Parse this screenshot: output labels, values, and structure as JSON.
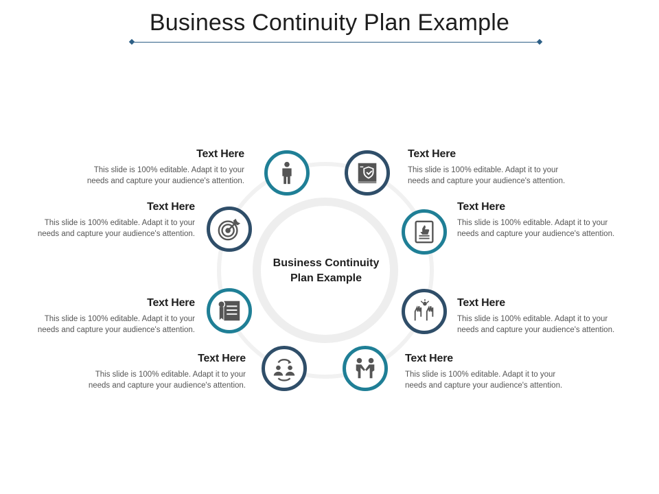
{
  "title": "Business Continuity Plan Example",
  "center": {
    "line1": "Business Continuity",
    "line2": "Plan Example"
  },
  "colors": {
    "teal": "#1f7f96",
    "navy": "#2f4e69",
    "icon": "#555555"
  },
  "items": [
    {
      "heading": "Text Here",
      "line1": "This slide is 100% editable. Adapt it to your",
      "line2": "needs and capture your audience's attention.",
      "icon": "person-icon"
    },
    {
      "heading": "Text Here",
      "line1": "This slide is 100% editable. Adapt it to your",
      "line2": "needs and capture your audience's attention.",
      "icon": "target-icon"
    },
    {
      "heading": "Text Here",
      "line1": "This slide is 100% editable. Adapt it to your",
      "line2": "needs and capture your audience's attention.",
      "icon": "certificate-icon"
    },
    {
      "heading": "Text Here",
      "line1": "This slide is 100% editable. Adapt it to your",
      "line2": "needs and capture your audience's attention.",
      "icon": "people-exchange-icon"
    },
    {
      "heading": "Text Here",
      "line1": "This slide is 100% editable. Adapt it to your",
      "line2": "needs and capture your audience's attention.",
      "icon": "shield-book-icon"
    },
    {
      "heading": "Text Here",
      "line1": "This slide is 100% editable. Adapt it to your",
      "line2": "needs and capture your audience's attention.",
      "icon": "thumbs-up-document-icon"
    },
    {
      "heading": "Text Here",
      "line1": "This slide is 100% editable. Adapt it to your",
      "line2": "needs and capture your audience's attention.",
      "icon": "raised-hands-icon"
    },
    {
      "heading": "Text Here",
      "line1": "This slide is 100% editable. Adapt it to your",
      "line2": "needs and capture your audience's attention.",
      "icon": "handshake-people-icon"
    }
  ]
}
